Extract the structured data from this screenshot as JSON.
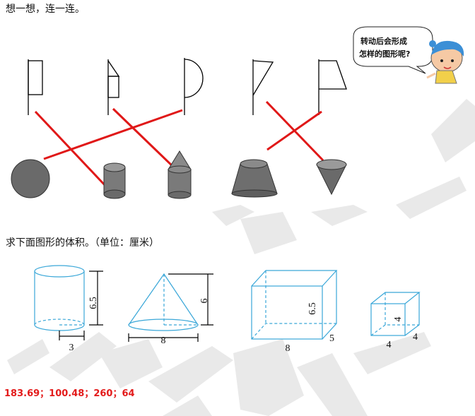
{
  "question1": {
    "prompt": "想一想，连一连。",
    "bubble_line1": "转动后会形成",
    "bubble_line2": "怎样的图形呢?"
  },
  "question2": {
    "prompt": "求下面图形的体积。（单位：厘米）",
    "cylinder_height": "6.5",
    "cylinder_radius": "3",
    "cone_height": "6",
    "cone_diameter": "8",
    "cuboid_height": "6.5",
    "cuboid_length": "8",
    "cuboid_width": "5",
    "cube_height": "4",
    "cube_length": "4",
    "cube_width": "4"
  },
  "answer": "183.69；100.48；260；64",
  "colors": {
    "match_line": "#e01818",
    "answer": "#e31b1b",
    "solid_outline": "#3aa7d8",
    "shaded_solid": "#6a6a6a"
  }
}
